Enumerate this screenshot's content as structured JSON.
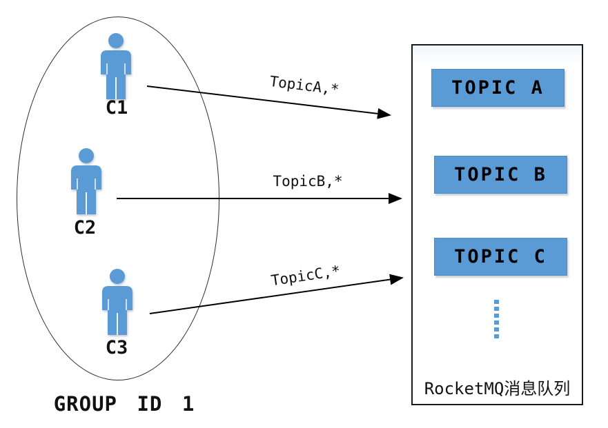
{
  "colors": {
    "accent_blue": "#5b9bd5",
    "line_black": "#000000"
  },
  "group": {
    "label": "GROUP ID 1",
    "consumers": [
      {
        "label": "C1"
      },
      {
        "label": "C2"
      },
      {
        "label": "C3"
      }
    ]
  },
  "subscriptions": [
    {
      "label": "TopicA,*"
    },
    {
      "label": "TopicB,*"
    },
    {
      "label": "TopicC,*"
    }
  ],
  "queue": {
    "title": "RocketMQ消息队列",
    "topics": [
      {
        "label": "TOPIC A"
      },
      {
        "label": "TOPIC B"
      },
      {
        "label": "TOPIC C"
      }
    ],
    "more_indicator": "vertical-dots"
  }
}
